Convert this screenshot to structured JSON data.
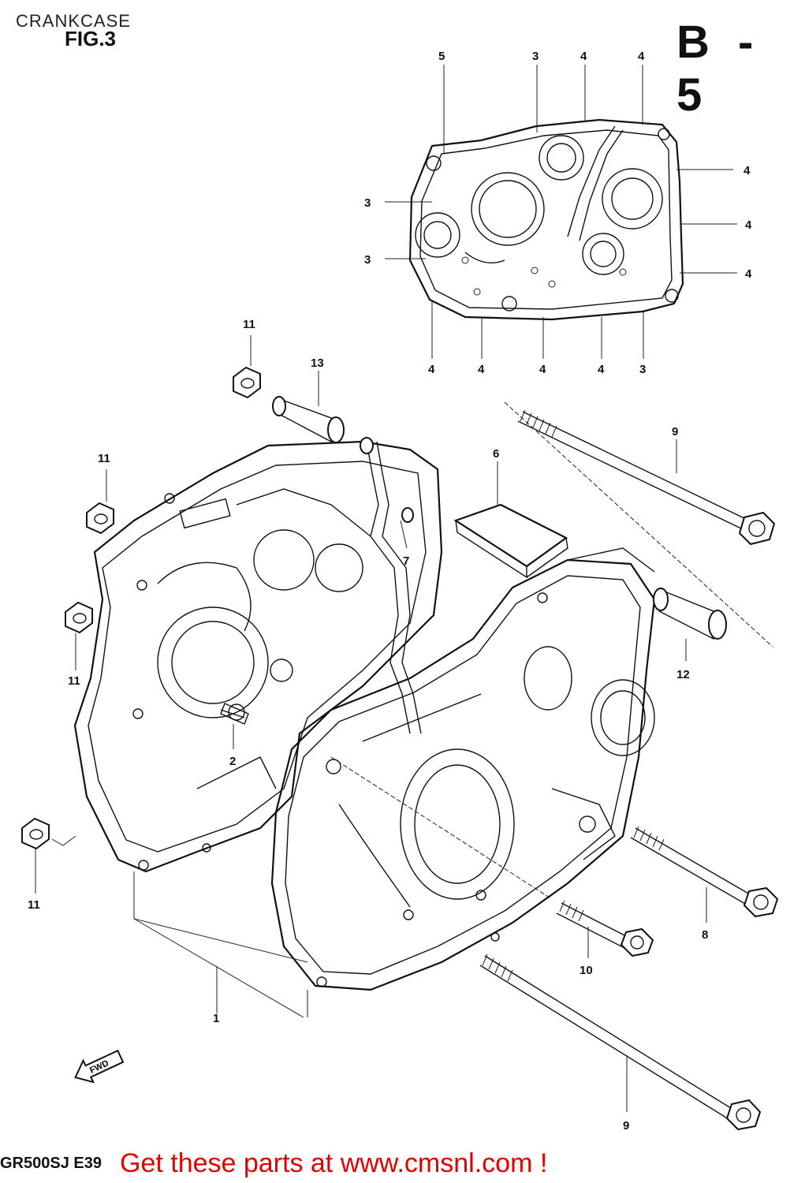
{
  "header": {
    "title": "CRANKCASE",
    "fig": "FIG.3",
    "page_id": "B - 5"
  },
  "footer": {
    "model": "GR500SJ  E39",
    "cta": "Get these parts at www.cmsnl.com !"
  },
  "callouts": {
    "c5": "5",
    "c3a": "3",
    "c4a": "4",
    "c4b": "4",
    "c4r1": "4",
    "c4r2": "4",
    "c4r3": "4",
    "c3l1": "3",
    "c3l2": "3",
    "c4bt1": "4",
    "c4bt2": "4",
    "c4bt3": "4",
    "c4bt4": "4",
    "c3bt": "3",
    "c11a": "11",
    "c13": "13",
    "c9a": "9",
    "c6": "6",
    "c11b": "11",
    "c7": "7",
    "c11c": "11",
    "c12": "12",
    "c2": "2",
    "c11d": "11",
    "c8": "8",
    "c10": "10",
    "c1": "1",
    "c9b": "9"
  },
  "arrow": "FWD"
}
